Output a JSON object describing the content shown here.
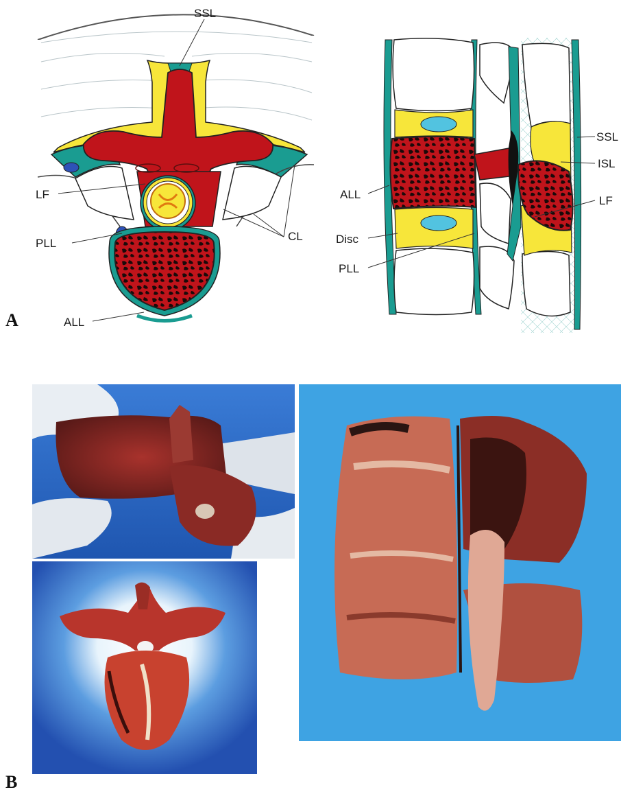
{
  "figure": {
    "panel_a_letter": "A",
    "panel_b_letter": "B"
  },
  "axial_diagram": {
    "labels": {
      "ssl": "SSL",
      "lf": "LF",
      "pll": "PLL",
      "cl": "CL",
      "all": "ALL"
    }
  },
  "sagittal_diagram": {
    "labels": {
      "ssl": "SSL",
      "isl": "ISL",
      "lf": "LF",
      "all": "ALL",
      "disc": "Disc",
      "pll": "PLL"
    }
  },
  "colors": {
    "bone": "#c0141b",
    "ligament_teal": "#1a9c91",
    "yellow_ligament": "#f7e63a",
    "nucleus_blue": "#52c3e0",
    "photo_bg_blue": "#2e6fc9",
    "photo_bg_light_blue": "#3fa7e6"
  }
}
